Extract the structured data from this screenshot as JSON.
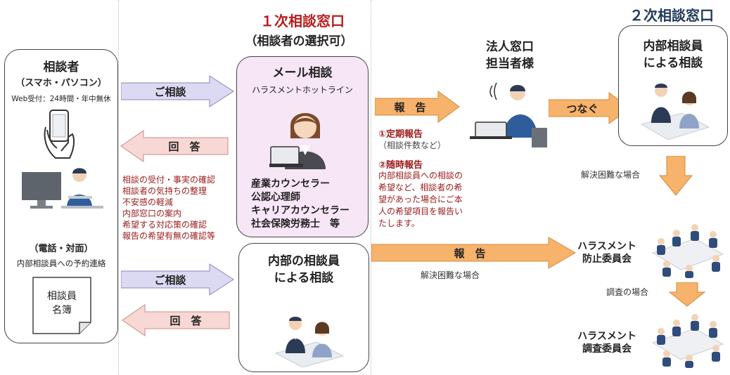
{
  "titles": {
    "first": "１次相談窓口",
    "first_sub": "（相談者の選択可）",
    "second": "２次相談窓口"
  },
  "consultee": {
    "title": "相談者",
    "device": "（スマホ・パソコン）",
    "web": "Web受付：24時間・年中無休",
    "phone": "（電話・対面）",
    "reserve": "内部相談員への予約連絡",
    "roster_line1": "相談員",
    "roster_line2": "名簿"
  },
  "mail_box": {
    "title": "メール相談",
    "subtitle": "ハラスメントホットライン",
    "staff": [
      "産業カウンセラー",
      "公認心理師",
      "キャリアカウンセラー",
      "社会保険労務士　等"
    ]
  },
  "internal_box": {
    "line1": "内部の相談員",
    "line2": "による相談"
  },
  "arrows": {
    "consult1": "ご相談",
    "answer1": "回　答",
    "consult2": "ご相談",
    "answer2": "回　答",
    "report1": "報　告",
    "report2": "報　告",
    "connect": "つなぐ"
  },
  "answer_items": [
    "相談の受付・事実の確認",
    "相談者の気持ちの整理",
    "不安感の軽減",
    "内部窓口の案内",
    "希望する対応策の確認",
    "報告の希望有無の確認等"
  ],
  "report_notes": {
    "periodic_title": "①定期報告",
    "periodic_detail": "（相談件数など）",
    "adhoc_title": "②随時報告",
    "adhoc_lines": [
      "内部相談員への相談の",
      "希望など、相談者の希",
      "望があった場合にご本",
      "人の希望項目を報告い",
      "たします。"
    ]
  },
  "corporate": {
    "line1": "法人窓口",
    "line2": "担当者様"
  },
  "second_box": {
    "line1": "内部相談員",
    "line2": "による相談"
  },
  "notes": {
    "difficult1": "解決困難な場合",
    "difficult2": "解決困難な場合",
    "investigate": "調査の場合"
  },
  "committees": {
    "prevention_line1": "ハラスメント",
    "prevention_line2": "防止委員会",
    "investigation_line1": "ハラスメント",
    "investigation_line2": "調査委員会"
  },
  "colors": {
    "orange": "#f7b26b",
    "lavender": "#dcd9f2",
    "pink_fill": "#f8d8d4",
    "mail_box_fill": "#f6e6f6",
    "title_red": "#b41e1e",
    "text_red": "#9b1a1a"
  },
  "icons": [
    "smartphone-icon",
    "pc-user-icon",
    "roster-document-icon",
    "counselor-woman-icon",
    "meeting-icon",
    "corporate-person-icon",
    "committee-meeting-icon"
  ]
}
